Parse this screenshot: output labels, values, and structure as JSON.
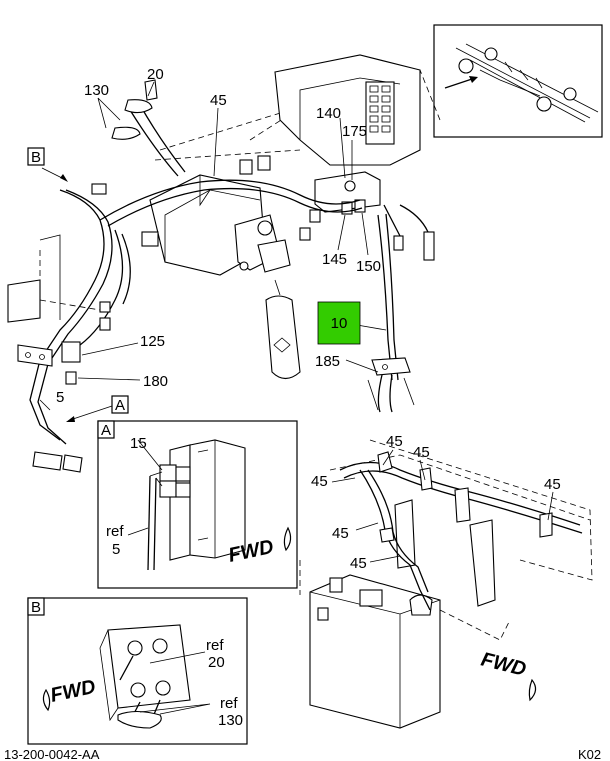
{
  "accent_color": "#33cc00",
  "highlight_label": "10",
  "callouts": {
    "c20": "20",
    "c130": "130",
    "c45_main": "45",
    "c140": "140",
    "c175": "175",
    "cB": "B",
    "c145": "145",
    "c150": "150",
    "c125": "125",
    "c180": "180",
    "c185": "185",
    "c5": "5",
    "cA": "A"
  },
  "detail_a": {
    "letter": "A",
    "c15": "15",
    "ref_word": "ref",
    "ref_num": "5",
    "fwd": "FWD"
  },
  "detail_b": {
    "letter": "B",
    "ref1_word": "ref",
    "ref1_num": "20",
    "ref2_word": "ref",
    "ref2_num": "130",
    "fwd": "FWD"
  },
  "tank_view": {
    "labels": [
      "45",
      "45",
      "45",
      "45",
      "45",
      "45"
    ],
    "fwd": "FWD"
  },
  "footer": {
    "drawing_id": "13-200-0042-AA",
    "sheet": "K02"
  }
}
